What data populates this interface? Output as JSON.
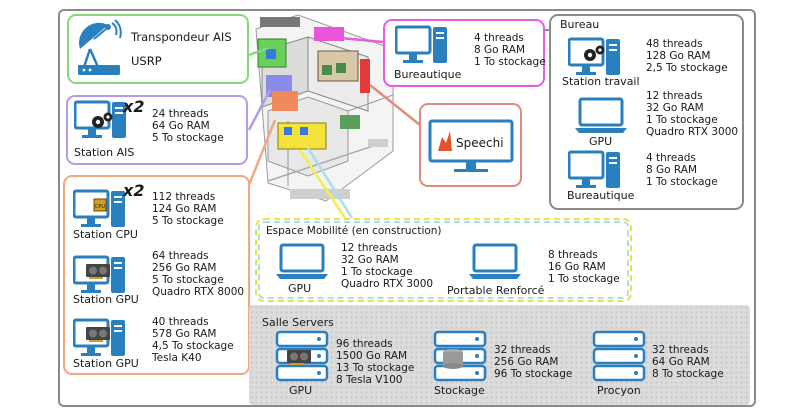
{
  "ais": {
    "title": "Transpondeur AIS",
    "subtitle": "USRP",
    "station_label": "Station AIS",
    "station_multiplier": "x2",
    "station_specs": [
      "24 threads",
      "64 Go RAM",
      "5 To stockage"
    ]
  },
  "stations": {
    "cpu_label": "Station CPU",
    "cpu_multiplier": "x2",
    "cpu_specs": [
      "112 threads",
      "124 Go RAM",
      "5 To stockage"
    ],
    "gpu1_label": "Station GPU",
    "gpu1_specs": [
      "64 threads",
      "256 Go RAM",
      "5 To stockage",
      "Quadro RTX 8000"
    ],
    "gpu2_label": "Station GPU",
    "gpu2_specs": [
      "40 threads",
      "578 Go RAM",
      "4,5 To stockage",
      "Tesla K40"
    ]
  },
  "bureautique_top": {
    "label": "Bureautique",
    "specs": [
      "4 threads",
      "8 Go RAM",
      "1 To stockage"
    ]
  },
  "speechi": {
    "label": "Speechi"
  },
  "bureau": {
    "title": "Bureau",
    "travail_label": "Station travail",
    "travail_specs": [
      "48 threads",
      "128 Go RAM",
      "2,5 To stockage"
    ],
    "gpu_label": "GPU",
    "gpu_specs": [
      "12 threads",
      "32 Go RAM",
      "1 To stockage",
      "Quadro RTX 3000"
    ],
    "bureautique_label": "Bureautique",
    "bureautique_specs": [
      "4 threads",
      "8 Go RAM",
      "1 To stockage"
    ]
  },
  "mobilite": {
    "title": "Espace Mobilité (en construction)",
    "gpu_label": "GPU",
    "gpu_specs": [
      "12 threads",
      "32 Go RAM",
      "1 To stockage",
      "Quadro RTX 3000"
    ],
    "portable_label": "Portable Renforcé",
    "portable_specs": [
      "8 threads",
      "16 Go RAM",
      "1 To stockage"
    ]
  },
  "servers": {
    "title": "Salle Servers",
    "gpu_label": "GPU",
    "gpu_specs": [
      "96 threads",
      "1500 Go RAM",
      "13 To stockage",
      "8 Tesla V100"
    ],
    "stockage_label": "Stockage",
    "stockage_specs": [
      "32 threads",
      "256 Go RAM",
      "96 To stockage"
    ],
    "procyon_label": "Procyon",
    "procyon_specs": [
      "32 threads",
      "64 Go RAM",
      "8 To stockage"
    ]
  },
  "colors": {
    "green": "#86d97a",
    "purple": "#b59ae8",
    "orange": "#f0a882",
    "magenta": "#e85ce0",
    "salmon": "#e38a7a",
    "grey": "#8a8a8a",
    "yellow": "#f2ee4a",
    "icon_blue": "#2a7fbf"
  },
  "icons": [
    "antenna-icon",
    "computer-icon",
    "gear-icon",
    "cpu-chip-icon",
    "gpu-card-icon",
    "laptop-icon",
    "server-rack-icon",
    "speechi-logo-icon"
  ]
}
